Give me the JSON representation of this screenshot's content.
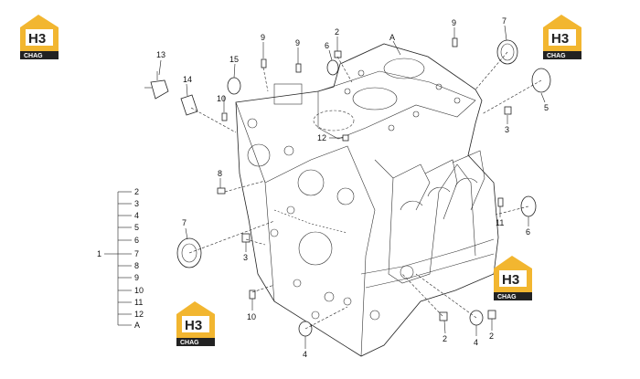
{
  "diagram": {
    "labels": {
      "l13": "13",
      "l14": "14",
      "l15": "15",
      "l9a": "9",
      "l9b": "9",
      "l9c": "9",
      "l6a": "6",
      "l2a": "2",
      "lA": "A",
      "l7a": "7",
      "l10a": "10",
      "l12": "12",
      "l5": "5",
      "l3a": "3",
      "l8": "8",
      "l7b": "7",
      "l3b": "3",
      "l11": "11",
      "l6b": "6",
      "l10b": "10",
      "l4a": "4",
      "l2b": "2",
      "l4b": "4",
      "l2c": "2"
    },
    "legend": {
      "group_label": "1",
      "items": [
        "2",
        "3",
        "4",
        "5",
        "6",
        "7",
        "8",
        "9",
        "10",
        "11",
        "12",
        "A"
      ]
    }
  },
  "watermark": {
    "logo_text": "H3",
    "sub_text": "CHAG",
    "color": "#f2b630"
  }
}
